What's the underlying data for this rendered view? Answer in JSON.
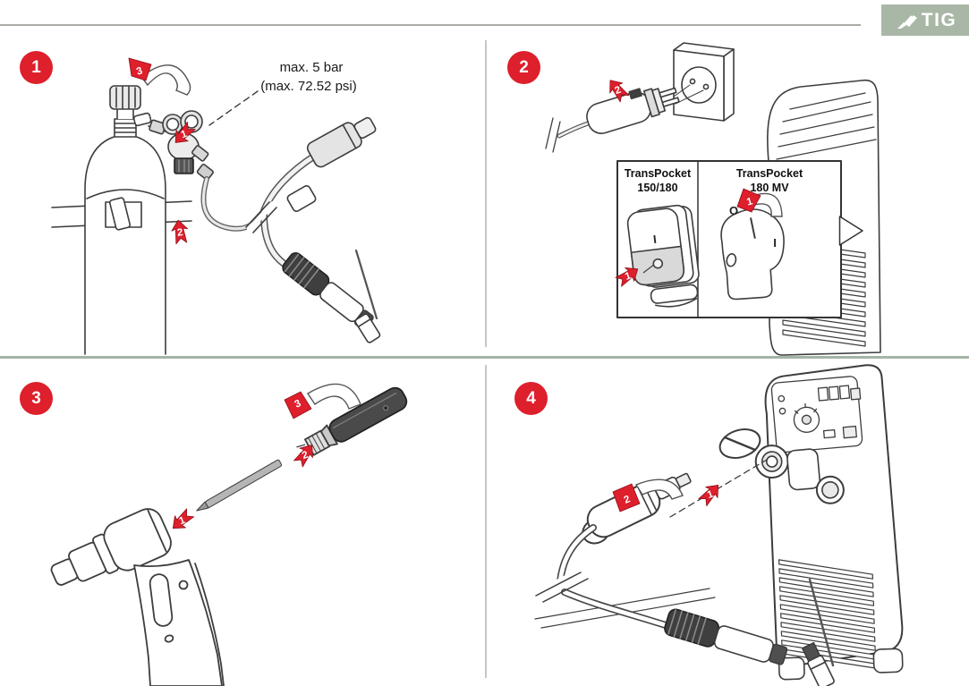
{
  "colors": {
    "accent_red": "#de1f2c",
    "tig_badge_green": "#a9b8a6",
    "section_divider_green": "#a4b4a6",
    "rule_gray": "#aaaaa6",
    "line_art_gray": "#3d3d3d"
  },
  "header": {
    "tig_label": "TIG"
  },
  "panel1": {
    "badge": "1",
    "note_line1": "max. 5 bar",
    "note_line2": "(max. 72.52 psi)",
    "arrow1": "1",
    "arrow2": "2",
    "arrow3": "3"
  },
  "panel2": {
    "badge": "2",
    "arrow_plug": "2",
    "box_left_title1": "TransPocket",
    "box_left_title2": "150/180",
    "box_right_title1": "TransPocket",
    "box_right_title2": "180 MV",
    "arrow_rocker": "1",
    "arrow_rotary": "1",
    "rocker_on": "I",
    "rotary_off": "O",
    "rotary_on": "I"
  },
  "panel3": {
    "badge": "3",
    "arrow1": "1",
    "arrow2": "2",
    "arrow3": "3"
  },
  "panel4": {
    "badge": "4",
    "arrow1": "1",
    "arrow2": "2"
  }
}
